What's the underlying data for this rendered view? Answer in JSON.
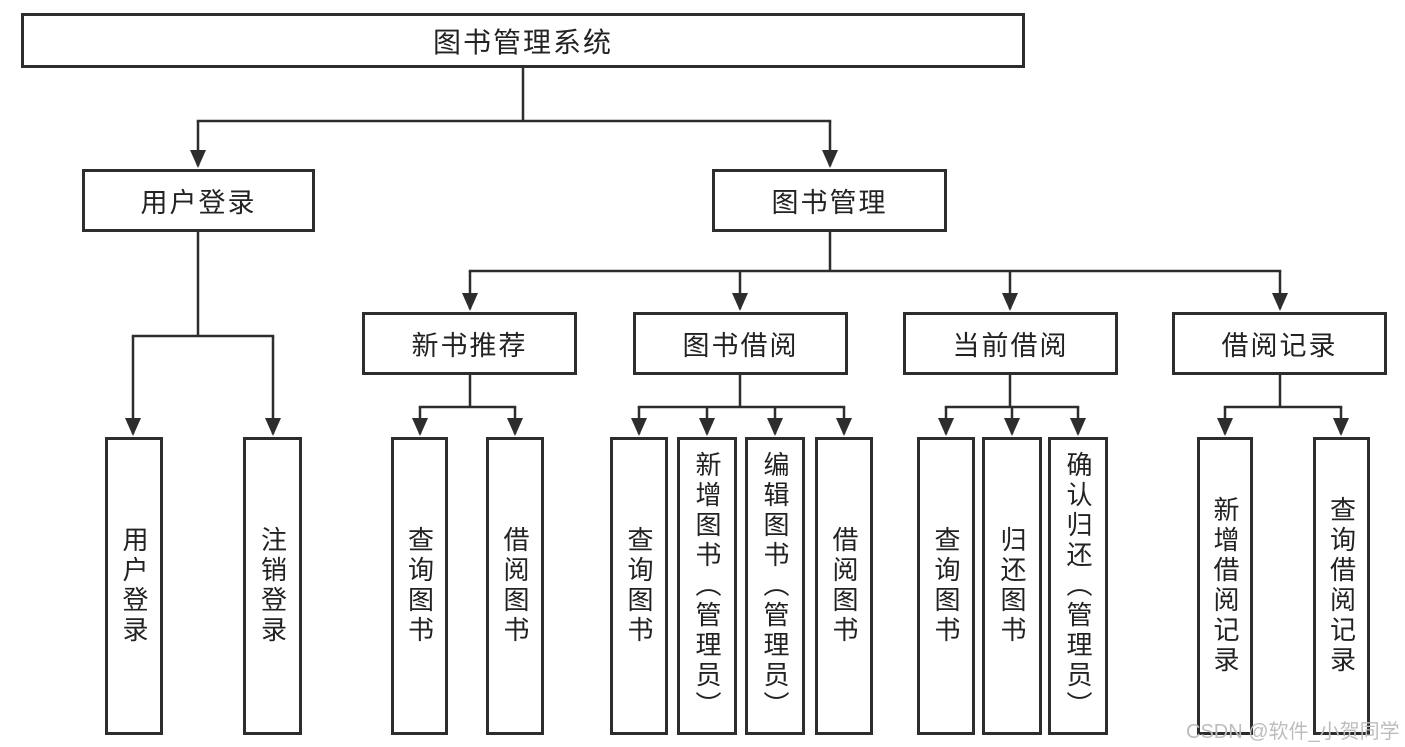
{
  "diagram": {
    "root": {
      "label": "图书管理系统"
    },
    "branches": [
      {
        "label": "用户登录",
        "children": [
          {
            "label": "用户登录"
          },
          {
            "label": "注销登录"
          }
        ]
      },
      {
        "label": "图书管理",
        "children": [
          {
            "label": "新书推荐",
            "children": [
              {
                "label": "查询图书"
              },
              {
                "label": "借阅图书"
              }
            ]
          },
          {
            "label": "图书借阅",
            "children": [
              {
                "label": "查询图书"
              },
              {
                "label": "新增图书（管理员）"
              },
              {
                "label": "编辑图书（管理员）"
              },
              {
                "label": "借阅图书"
              }
            ]
          },
          {
            "label": "当前借阅",
            "children": [
              {
                "label": "查询图书"
              },
              {
                "label": "归还图书"
              },
              {
                "label": "确认归还（管理员）"
              }
            ]
          },
          {
            "label": "借阅记录",
            "children": [
              {
                "label": "新增借阅记录"
              },
              {
                "label": "查询借阅记录"
              }
            ]
          }
        ]
      }
    ]
  },
  "watermark": {
    "text": "CSDN @软件_小贺同学"
  },
  "colors": {
    "line": "#2d2d2d",
    "text": "#222222",
    "background": "#ffffff",
    "watermark": "#bdbdbd"
  }
}
